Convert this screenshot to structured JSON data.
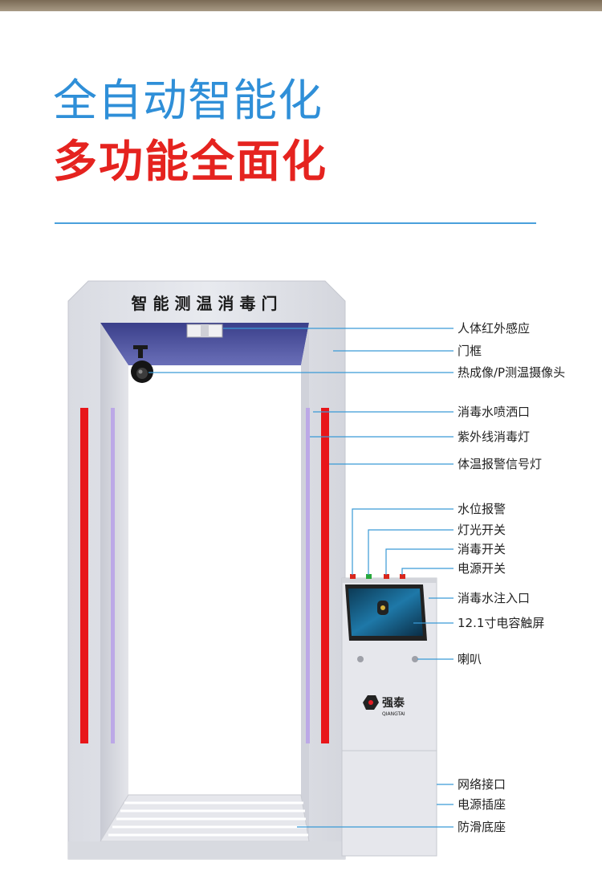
{
  "headline": {
    "line1": "全自动智能化",
    "line2": "多功能全面化"
  },
  "device": {
    "door_title": "智能测温消毒门",
    "brand_cn": "强泰",
    "brand_en": "QIANGTAI"
  },
  "callouts": [
    "人体红外感应",
    "门框",
    "热成像/P测温摄像头",
    "消毒水喷洒口",
    "紫外线消毒灯",
    "体温报警信号灯",
    "水位报警",
    "灯光开关",
    "消毒开关",
    "电源开关",
    "消毒水注入口",
    "12.1寸电容触屏",
    "喇叭",
    "网络接口",
    "电源插座",
    "防滑底座"
  ],
  "colors": {
    "headline_blue": "#2f8fd8",
    "headline_red": "#e5231f",
    "divider": "#4aa0dc",
    "callout_line": "#3a9ad6",
    "alarm_light": "#e8161a"
  }
}
